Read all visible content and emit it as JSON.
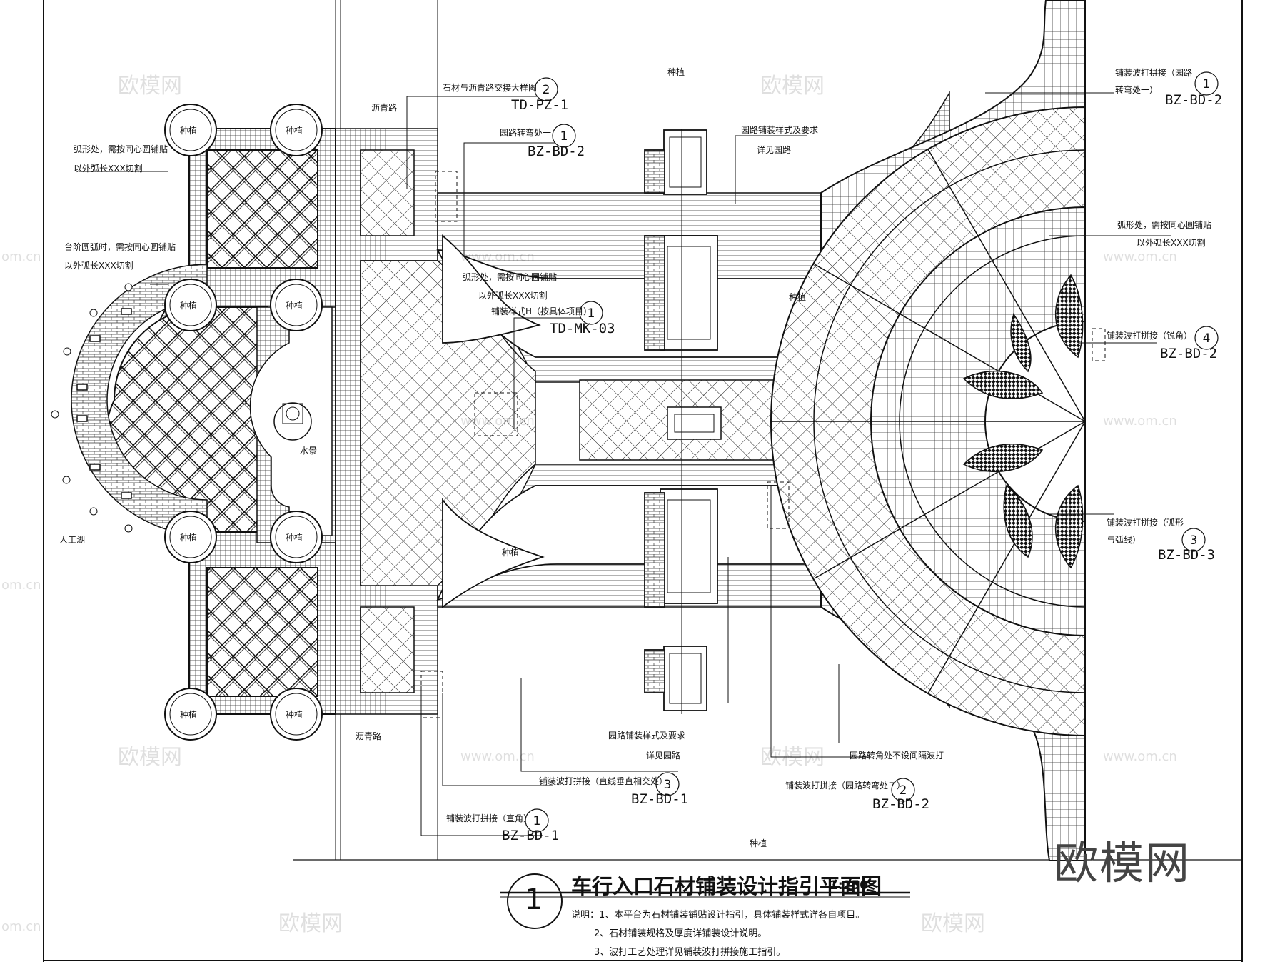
{
  "title": {
    "main": "车行入口石材铺装设计指引平面图",
    "scale": "1:250",
    "number": "1"
  },
  "notes": [
    "说明：1、本平台为石材铺装铺贴设计指引，具体铺装样式详各自项目。",
    "2、石材铺装规格及厚度详铺装设计说明。",
    "3、波打工艺处理详见铺装波打拼接施工指引。"
  ],
  "areas": {
    "planting": "种植",
    "asphalt_road": "沥青路",
    "water_feature": "水景",
    "artificial_lake": "人工湖"
  },
  "callouts": [
    {
      "text": "石材与沥青路交接大样图",
      "num": "2",
      "code": "TD-PZ-1"
    },
    {
      "text": "园路转弯处一",
      "num": "1",
      "code": "BZ-BD-2"
    },
    {
      "text": "园路铺装样式及要求",
      "text2": "详见园路"
    },
    {
      "text": "弧形处，需按同心圆铺贴",
      "text2": "以外弧长XXX切割"
    },
    {
      "text": "台阶圆弧时，需按同心圆铺贴",
      "text2": "以外弧长XXX切割"
    },
    {
      "text": "弧形处，需按同心圆铺贴",
      "text2": "以外弧长XXX切割",
      "text3": "铺装样式H（按具体项目）",
      "num": "1",
      "code": "TD-MK-03"
    },
    {
      "text": "铺装波打拼接（园路",
      "text2": "转弯处一）",
      "num": "1",
      "code": "BZ-BD-2"
    },
    {
      "text": "弧形处，需按同心圆铺贴",
      "text2": "以外弧长XXX切割"
    },
    {
      "text": "铺装波打拼接（锐角）",
      "num": "4",
      "code": "BZ-BD-2"
    },
    {
      "text": "铺装波打拼接（弧形",
      "text2": "与弧线）",
      "num": "3",
      "code": "BZ-BD-3"
    },
    {
      "text": "园路铺装样式及要求",
      "text2": "详见园路"
    },
    {
      "text": "园路转角处不设间隔波打"
    },
    {
      "text": "铺装波打拼接（直线垂直相交处）",
      "num": "3",
      "code": "BZ-BD-1"
    },
    {
      "text": "铺装波打拼接（园路转弯处二）",
      "num": "2",
      "code": "BZ-BD-2"
    },
    {
      "text": "铺装波打拼接（直角）",
      "num": "1",
      "code": "BZ-BD-1"
    }
  ],
  "watermark": {
    "brand": "欧模网",
    "url": "www.om.cn",
    "url_partial": "om.cn"
  }
}
